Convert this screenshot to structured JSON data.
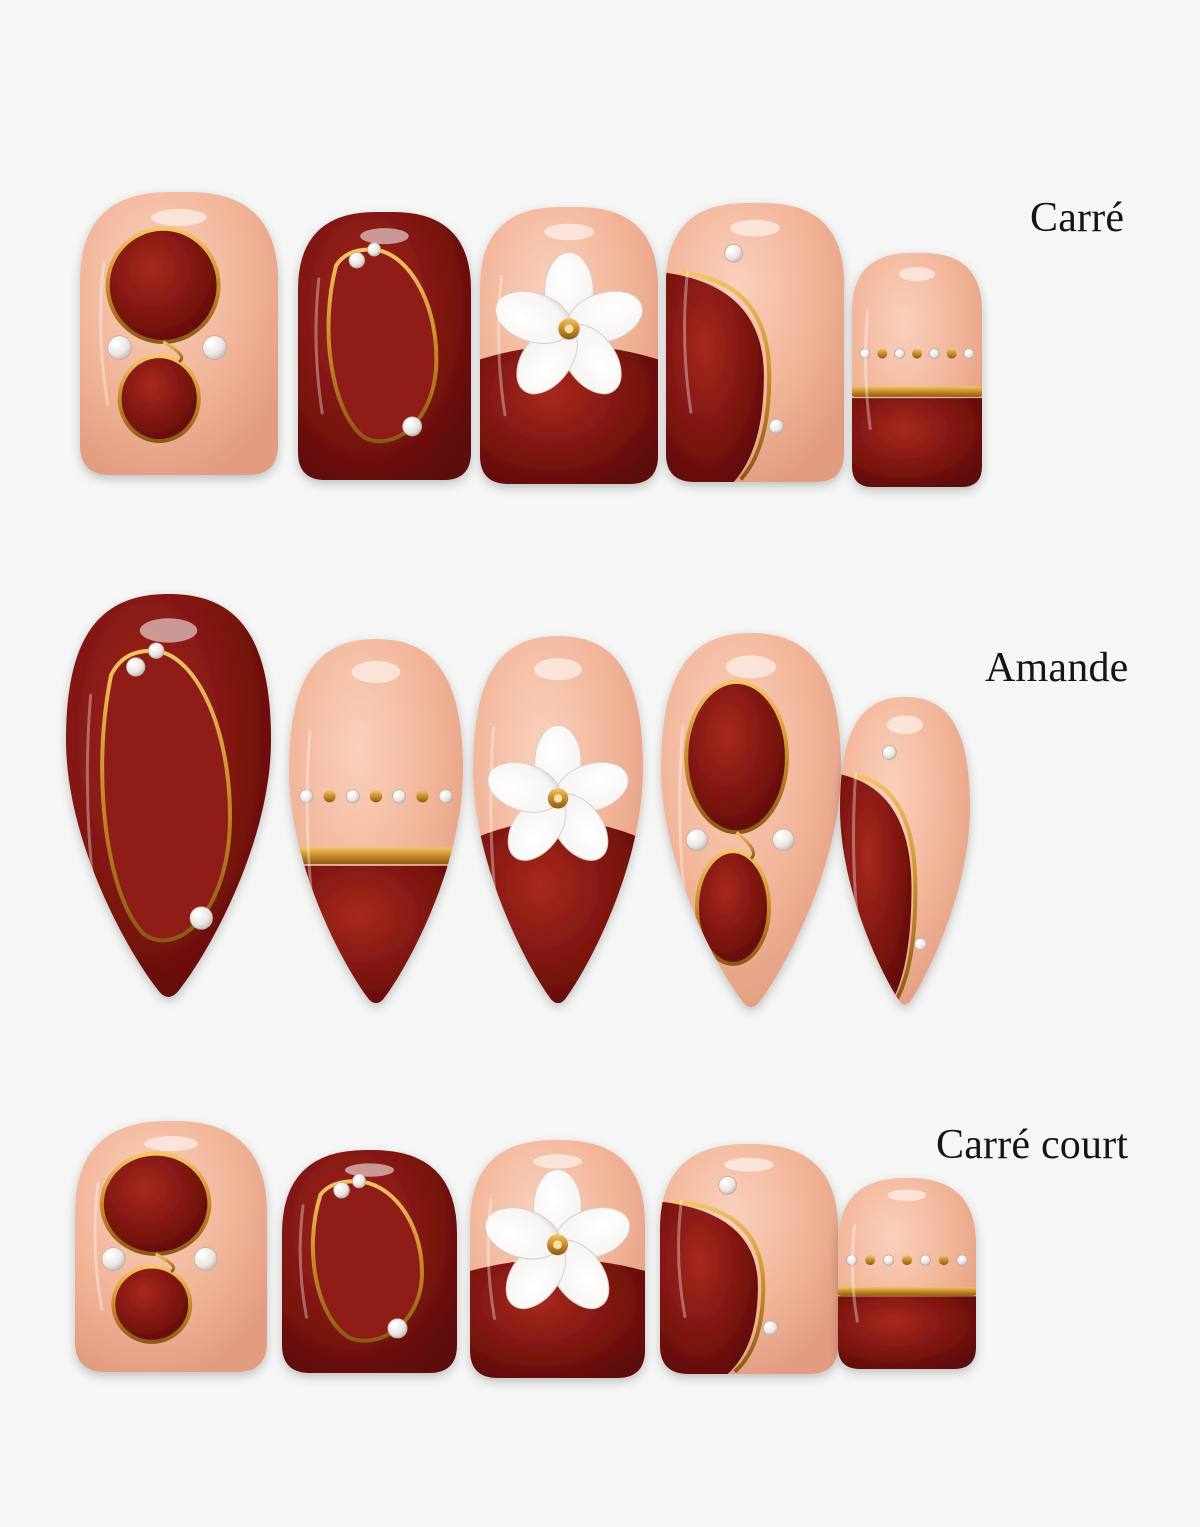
{
  "labels": {
    "carre": "Carré",
    "amande": "Amande",
    "carre_court": "Carré court"
  },
  "colors": {
    "background": "#f6f6f6",
    "nude": "#f2b79c",
    "burgundy": "#7d1512",
    "burgundy_light": "#a3261c",
    "gold": "#c98a2a",
    "pearl": "#f4f0ec",
    "petal": "#ffffff"
  },
  "rows": [
    {
      "name": "carre",
      "shape": "square",
      "designs": [
        "ring-pair",
        "burgundy-loop",
        "flower",
        "half-moon",
        "pearl-band"
      ]
    },
    {
      "name": "amande",
      "shape": "almond",
      "designs": [
        "burgundy-loop",
        "pearl-band",
        "flower",
        "ring-pair",
        "half-moon"
      ]
    },
    {
      "name": "carre_court",
      "shape": "short-square",
      "designs": [
        "ring-pair",
        "burgundy-loop",
        "flower",
        "half-moon",
        "pearl-band"
      ]
    }
  ]
}
